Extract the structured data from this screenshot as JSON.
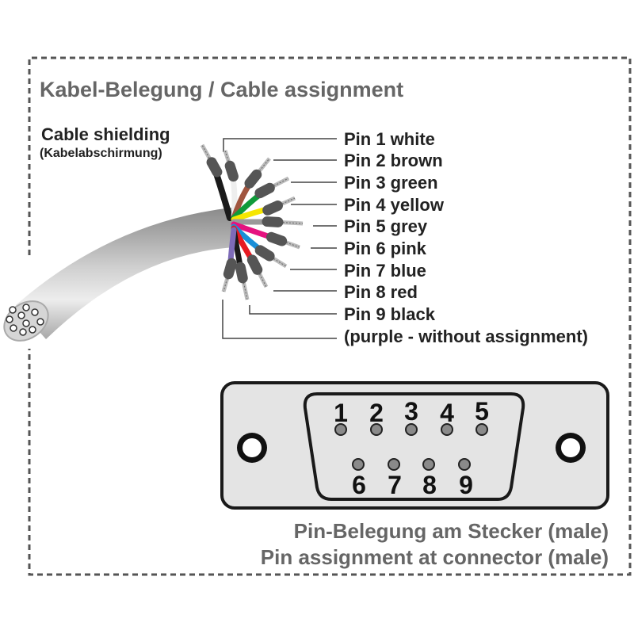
{
  "title": "Kabel-Belegung / Cable assignment",
  "shielding": {
    "label": "Cable shielding",
    "sublabel": "(Kabelabschirmung)"
  },
  "pins": [
    {
      "label": "Pin 1 white",
      "color": "#f2f2f2"
    },
    {
      "label": "Pin 2 brown",
      "color": "#a0553f"
    },
    {
      "label": "Pin 3 green",
      "color": "#109a3a"
    },
    {
      "label": "Pin 4 yellow",
      "color": "#f6e600"
    },
    {
      "label": "Pin 5 grey",
      "color": "#9a9a9a"
    },
    {
      "label": "Pin 6 pink",
      "color": "#e5127f"
    },
    {
      "label": "Pin 7 blue",
      "color": "#1a8fd8"
    },
    {
      "label": "Pin 8 red",
      "color": "#e61b23"
    },
    {
      "label": "Pin 9 black",
      "color": "#1a1a1a"
    }
  ],
  "unassigned": {
    "label": "(purple - without assignment)",
    "color": "#7d6bb8"
  },
  "connector": {
    "top_numbers": [
      "1",
      "2",
      "3",
      "4",
      "5"
    ],
    "bottom_numbers": [
      "6",
      "7",
      "8",
      "9"
    ]
  },
  "footer": {
    "line1": "Pin-Belegung am Stecker (male)",
    "line2": "Pin assignment at connector (male)"
  }
}
